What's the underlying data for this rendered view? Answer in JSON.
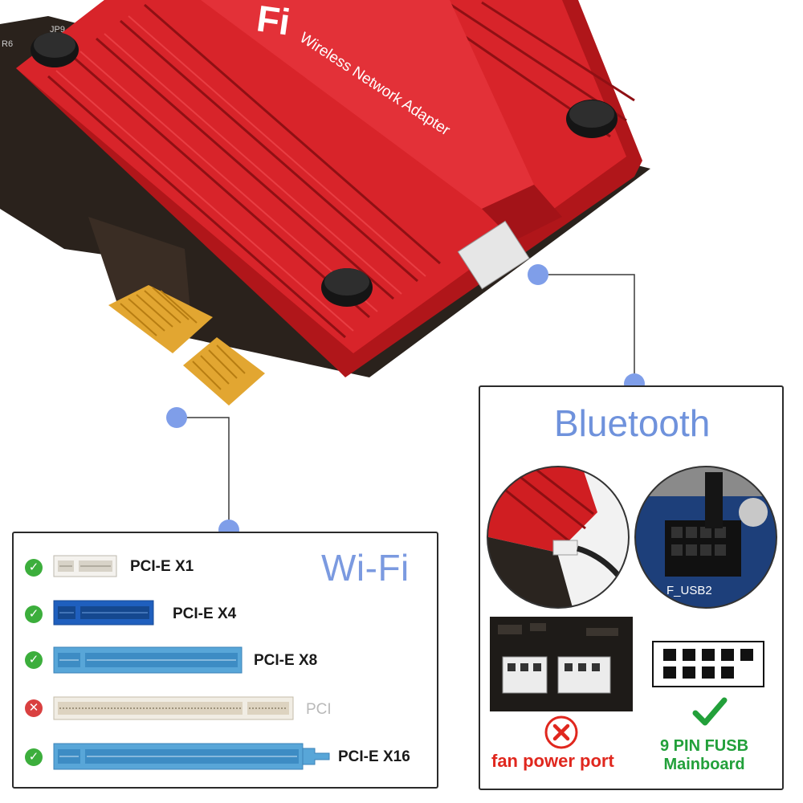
{
  "heatsink": {
    "brand_text": "Fi",
    "subtitle": "Wireless Network Adapter",
    "pcb_labels": [
      "R6",
      "JP9"
    ]
  },
  "bluetooth_panel": {
    "title": "Bluetooth",
    "motherboard_label": "F_USB2",
    "fan_label": "fan power port",
    "fusb_line1": "9 PIN FUSB",
    "fusb_line2": "Mainboard"
  },
  "wifi_panel": {
    "title": "Wi-Fi",
    "slots": [
      {
        "label": "PCI-E X1",
        "compatible": true
      },
      {
        "label": "PCI-E X4",
        "compatible": true
      },
      {
        "label": "PCI-E X8",
        "compatible": true
      },
      {
        "label": "PCI",
        "compatible": false
      },
      {
        "label": "PCI-E X16",
        "compatible": true
      }
    ]
  },
  "colors": {
    "accent_blue": "#7b9ae0",
    "heatsink_red": "#d01e1e",
    "ok_green": "#3cae3c",
    "bad_red": "#d94040",
    "slot_blue": "#2e6fc7"
  }
}
